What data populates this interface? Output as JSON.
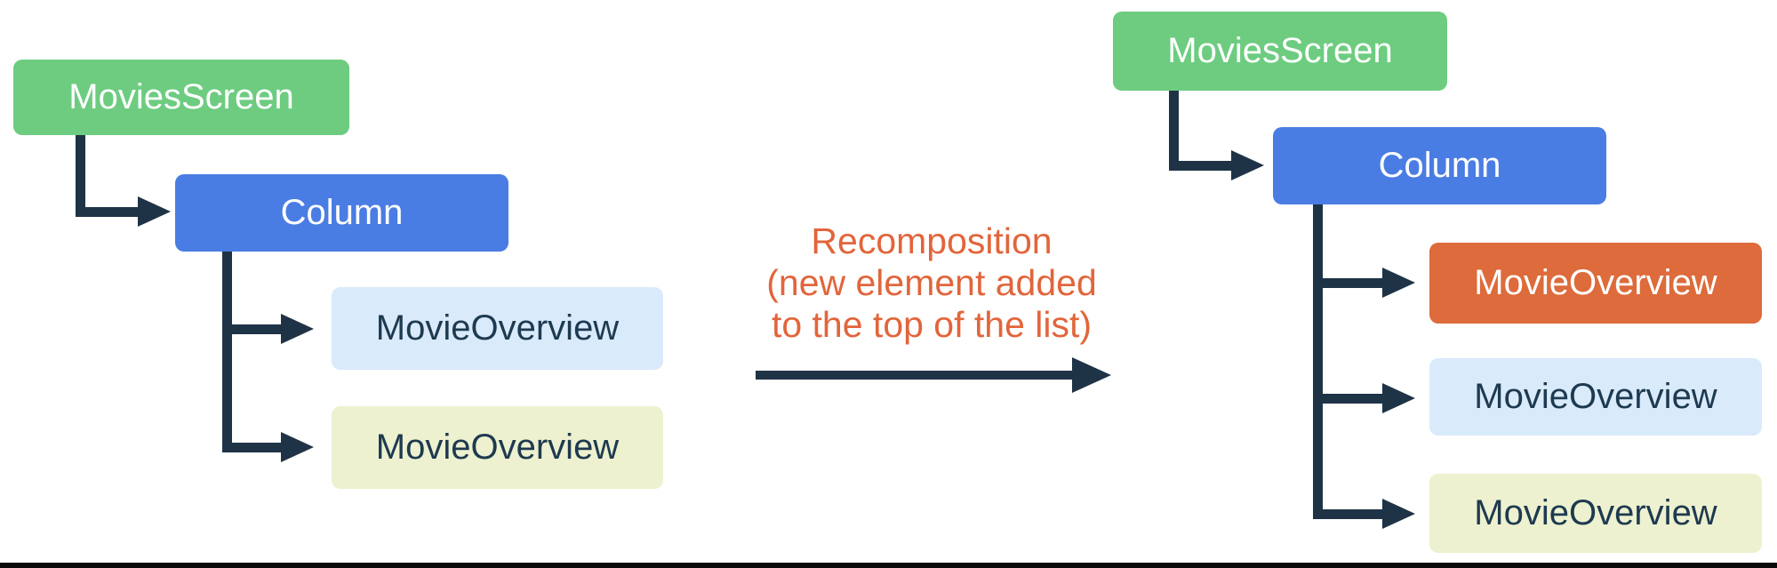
{
  "diagram": {
    "left_tree": {
      "nodes": {
        "movies_screen": {
          "label": "MoviesScreen"
        },
        "column": {
          "label": "Column"
        },
        "movie_overview_1": {
          "label": "MovieOverview"
        },
        "movie_overview_2": {
          "label": "MovieOverview"
        }
      }
    },
    "annotation": {
      "line1": "Recomposition",
      "line2": "(new element added",
      "line3": "to the top of the list)"
    },
    "right_tree": {
      "nodes": {
        "movies_screen": {
          "label": "MoviesScreen"
        },
        "column": {
          "label": "Column"
        },
        "movie_overview_new": {
          "label": "MovieOverview"
        },
        "movie_overview_1": {
          "label": "MovieOverview"
        },
        "movie_overview_2": {
          "label": "MovieOverview"
        }
      }
    }
  },
  "colors": {
    "green_fill": "#6DCC80",
    "blue_fill": "#4A7DE3",
    "lightblue_fill": "#D9EAFB",
    "yellow_fill": "#EDF1CF",
    "orange_fill": "#DD6B3B",
    "annotation_color": "#E2653C",
    "arrow_color": "#1E3346",
    "dark_text": "#1E3A50",
    "bottom_bar": "#0A0A0A"
  }
}
